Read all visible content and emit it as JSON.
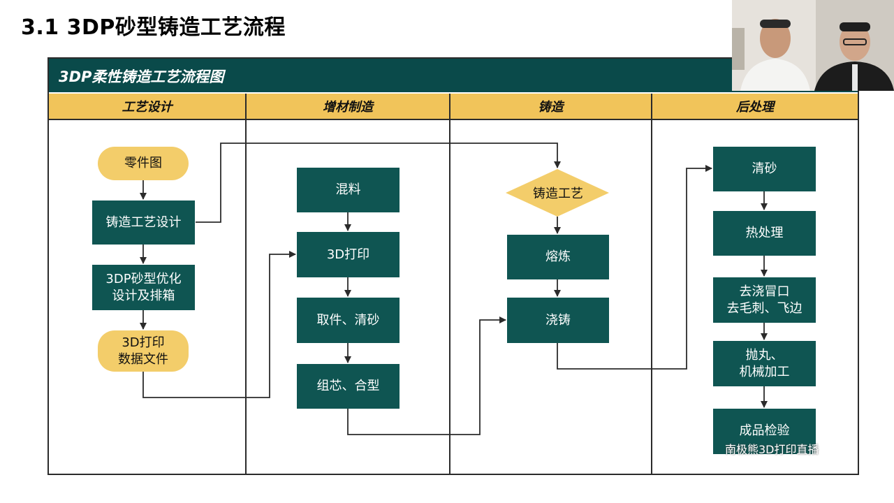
{
  "slide": {
    "title": "3.1 3DP砂型铸造工艺流程"
  },
  "diagram": {
    "banner": "3DP柔性铸造工艺流程图",
    "lanes": [
      "工艺设计",
      "增材制造",
      "铸造",
      "后处理"
    ],
    "nodes": {
      "parts_drawing": "零件图",
      "casting_process_design": "铸造工艺设计",
      "sand_mold_optimize": "3DP砂型优化\n设计及排箱",
      "print_data_file": "3D打印\n数据文件",
      "mixing": "混料",
      "printing_3d": "3D打印",
      "remove_clean": "取件、清砂",
      "core_assembly": "组芯、合型",
      "casting_process": "铸造工艺",
      "smelting": "熔炼",
      "pouring": "浇铸",
      "sand_cleaning": "清砂",
      "heat_treatment": "热处理",
      "riser_removal": "去浇冒口\n去毛刺、飞边",
      "shot_machining": "抛丸、\n机械加工",
      "inspection": "成品检验"
    }
  },
  "overlay": {
    "watermark": "南极熊3D打印直播"
  },
  "colors": {
    "banner": "#0a4a4a",
    "lane_header": "#f1c45a",
    "process_box": "#0f5552",
    "terminal": "#f3cd6a"
  }
}
